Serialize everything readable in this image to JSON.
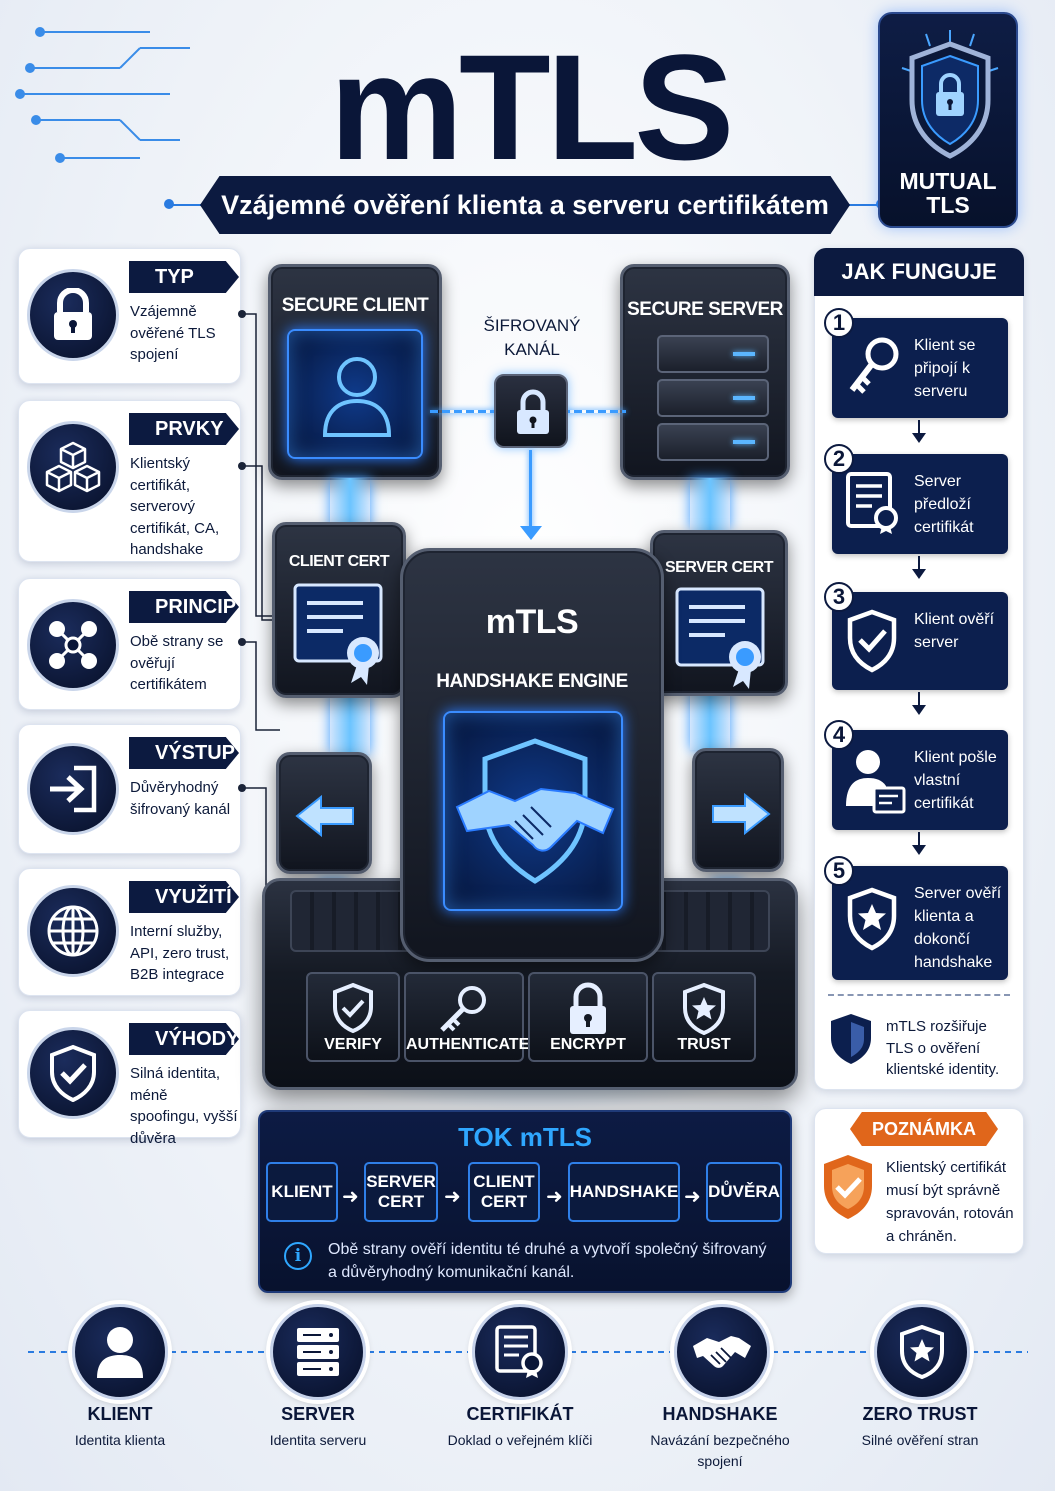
{
  "header": {
    "title": "mTLS",
    "subtitle": "Vzájemné ověření klienta a serveru certifikátem",
    "badge": "MUTUAL\nTLS"
  },
  "left_cards": [
    {
      "tag": "TYP",
      "text": "Vzájemně ověřené TLS spojení",
      "icon": "padlock-icon"
    },
    {
      "tag": "PRVKY",
      "text": "Klientský certifikát, serverový certifikát, CA, handshake",
      "icon": "cubes-icon"
    },
    {
      "tag": "PRINCIP",
      "text": "Obě strany se ověřují certifikátem",
      "icon": "network-nodes-icon"
    },
    {
      "tag": "VÝSTUP",
      "text": "Důvěryhodný šifrovaný kanál",
      "icon": "sign-in-icon"
    },
    {
      "tag": "VYUŽITÍ",
      "text": "Interní služby, API, zero trust, B2B integrace",
      "icon": "globe-icon"
    },
    {
      "tag": "VÝHODY",
      "text": "Silná identita, méně spoofingu, vyšší důvěra",
      "icon": "shield-check-icon"
    }
  ],
  "center": {
    "client_label": "SECURE CLIENT",
    "server_label": "SECURE SERVER",
    "channel_label": "ŠIFROVANÝ KANÁL",
    "client_cert": "CLIENT CERT",
    "server_cert": "SERVER CERT",
    "engine_title": "mTLS",
    "engine_subtitle": "HANDSHAKE ENGINE",
    "buttons": [
      "VERIFY",
      "AUTHENTICATE",
      "ENCRYPT",
      "TRUST"
    ]
  },
  "jak_funguje": {
    "title": "JAK FUNGUJE",
    "steps": [
      {
        "num": "1",
        "text": "Klient se připojí k serveru",
        "icon": "key-icon"
      },
      {
        "num": "2",
        "text": "Server předloží certifikát",
        "icon": "certificate-icon"
      },
      {
        "num": "3",
        "text": "Klient ověří server",
        "icon": "shield-check-icon"
      },
      {
        "num": "4",
        "text": "Klient pošle vlastní certifikát",
        "icon": "user-certificate-icon"
      },
      {
        "num": "5",
        "text": "Server ověří klienta a dokončí handshake",
        "icon": "shield-star-icon"
      }
    ],
    "note": "mTLS rozšiřuje TLS o ověření klientské identity."
  },
  "poznamka": {
    "title": "POZNÁMKA",
    "text": "Klientský certifikát musí být správně spravován, rotován a chráněn."
  },
  "tok": {
    "title": "TOK mTLS",
    "steps": [
      "KLIENT",
      "SERVER CERT",
      "CLIENT CERT",
      "HANDSHAKE",
      "DŮVĚRA"
    ],
    "info": "Obě strany ověří identitu té druhé a vytvoří společný šifrovaný a důvěryhodný komunikační kanál."
  },
  "bottom": [
    {
      "name": "KLIENT",
      "desc": "Identita klienta",
      "icon": "user-icon"
    },
    {
      "name": "SERVER",
      "desc": "Identita serveru",
      "icon": "server-icon"
    },
    {
      "name": "CERTIFIKÁT",
      "desc": "Doklad o veřejném klíči",
      "icon": "certificate-icon"
    },
    {
      "name": "HANDSHAKE",
      "desc": "Navázání bezpečného spojení",
      "icon": "handshake-icon"
    },
    {
      "name": "ZERO TRUST",
      "desc": "Silné ověření stran",
      "icon": "shield-star-icon"
    }
  ],
  "colors": {
    "navy": "#0c1a40",
    "accent": "#2a7be0",
    "glow": "#3a9bff",
    "orange": "#e0661b"
  }
}
